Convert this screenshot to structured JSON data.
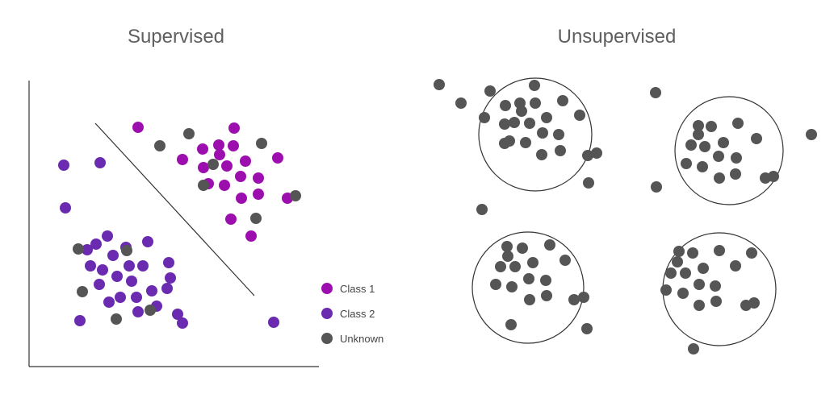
{
  "colors": {
    "class1": "#9c0fae",
    "class2": "#6a2bb0",
    "unknown": "#555555",
    "line": "#333333",
    "title": "#5f5f5f"
  },
  "supervised": {
    "title": "Supervised",
    "legend": [
      {
        "key": "class1",
        "label": "Class 1"
      },
      {
        "key": "class2",
        "label": "Class 2"
      },
      {
        "key": "unknown",
        "label": "Unknown"
      }
    ]
  },
  "unsupervised": {
    "title": "Unsupervised"
  }
}
